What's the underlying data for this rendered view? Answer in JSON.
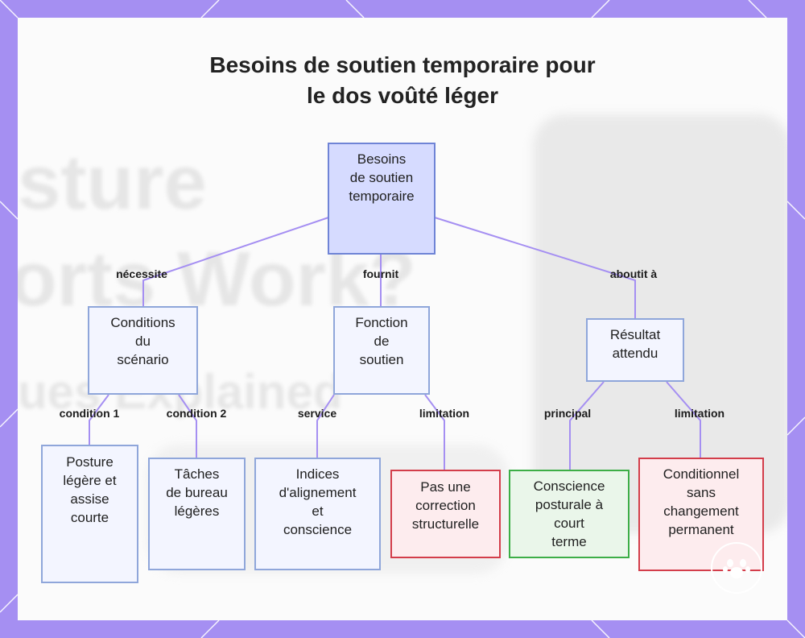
{
  "title": {
    "line1": "Besoins de soutien temporaire pour",
    "line2": "le dos voûté léger"
  },
  "background_text": {
    "line1": "sture",
    "line2": "orts Work?",
    "line3": "ues Explained"
  },
  "nodes": {
    "root": "Besoins\nde soutien\ntemporaire",
    "conditions": "Conditions\ndu\nscénario",
    "fonction": "Fonction\nde\nsoutien",
    "resultat": "Résultat\nattendu",
    "posture": "Posture\nlégère et\nassise\ncourte",
    "taches": "Tâches\nde bureau\nlégères",
    "indices": "Indices\nd'alignement\net\nconscience",
    "pas_correction": "Pas une\ncorrection\nstructurelle",
    "conscience": "Conscience\nposturale à\ncourt\nterme",
    "conditionnel": "Conditionnel\nsans\nchangement\npermanent"
  },
  "edge_labels": {
    "necessite": "nécessite",
    "fournit": "fournit",
    "aboutit": "aboutit à",
    "condition1": "condition 1",
    "condition2": "condition 2",
    "service": "service",
    "limitation1": "limitation",
    "principal": "principal",
    "limitation2": "limitation"
  },
  "colors": {
    "frame": "#a58ff2",
    "edge": "#a58ff2",
    "node_fill": "#f3f5ff",
    "node_border": "#8fa6da",
    "root_fill": "#d6dbff",
    "red_border": "#d33d4a",
    "green_border": "#3dae47"
  },
  "icons": {
    "logo": "dog-paw-logo"
  }
}
